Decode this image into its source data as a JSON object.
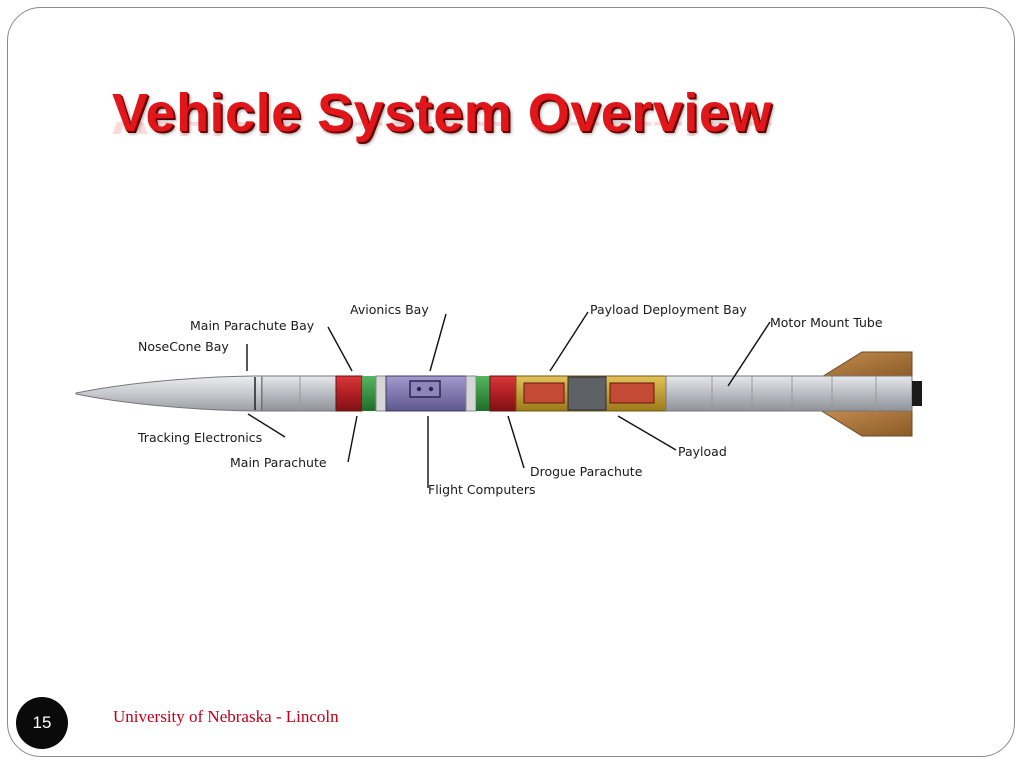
{
  "slide": {
    "title": "Vehicle System Overview",
    "footer": "University of Nebraska - Lincoln",
    "page_number": "15"
  },
  "diagram": {
    "labels": {
      "avionics_bay": "Avionics Bay",
      "main_parachute_bay": "Main Parachute Bay",
      "nose_cone_bay": "NoseCone Bay",
      "payload_deployment_bay": "Payload Deployment Bay",
      "motor_mount_tube": "Motor Mount Tube",
      "tracking_electronics": "Tracking Electronics",
      "main_parachute": "Main Parachute",
      "flight_computers": "Flight Computers",
      "drogue_parachute": "Drogue Parachute",
      "payload": "Payload"
    },
    "colors": {
      "title": "#e0161a",
      "footer": "#c0001a",
      "body_tube": "#c9ccd1",
      "parachute": "#b42024",
      "coupler_band": "#2e8b3a",
      "avionics": "#7d74a8",
      "payload_bay": "#c9a227",
      "fins": "#a8733a"
    }
  }
}
